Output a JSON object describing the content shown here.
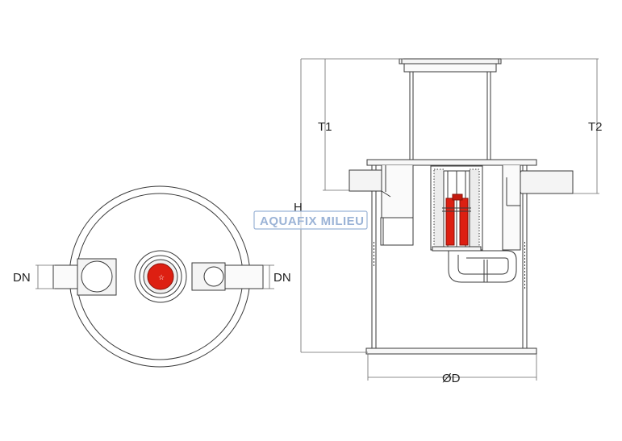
{
  "labels": {
    "dn_left": "DN",
    "dn_right": "DN",
    "t1": "T1",
    "t2": "T2",
    "h": "H",
    "diameter": "ØD"
  },
  "watermark": "AQUAFIX MILIEU",
  "colors": {
    "line": "#3a3a3a",
    "dim": "#6a6a6a",
    "fill_light": "#f4f4f4",
    "filter_red": "#dd1f12",
    "watermark": "#9bb3d6"
  }
}
